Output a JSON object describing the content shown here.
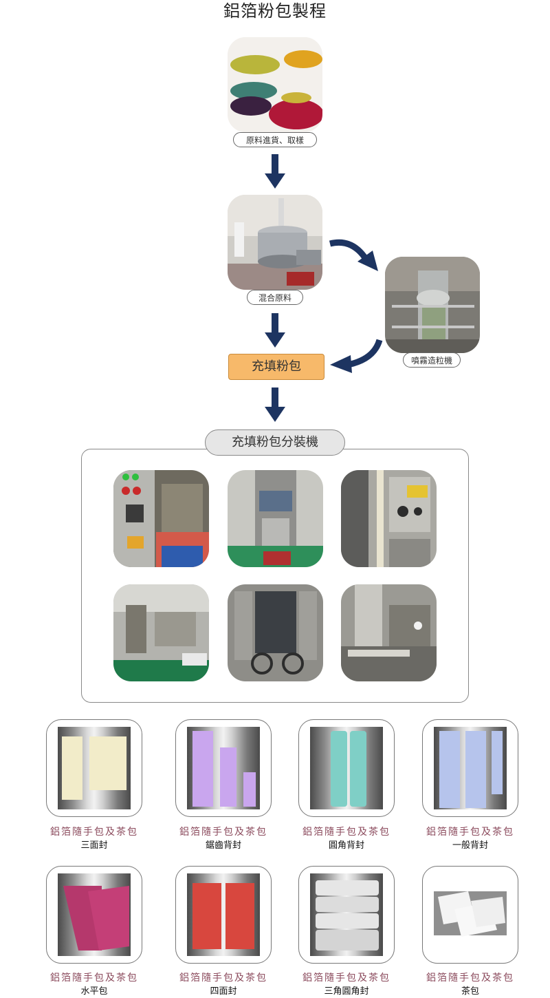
{
  "title": "鋁箔粉包製程",
  "steps": {
    "raw_material": "原料進貨、取樣",
    "mixing": "混合原料",
    "spray": "噴霧造粒機",
    "filling": "充填粉包"
  },
  "machine_section": {
    "label": "充填粉包分裝機"
  },
  "pouches": [
    {
      "caption": "鋁箔隨手包及茶包",
      "type": "三面封"
    },
    {
      "caption": "鋁箔隨手包及茶包",
      "type": "鋸齒背封"
    },
    {
      "caption": "鋁箔隨手包及茶包",
      "type": "圓角背封"
    },
    {
      "caption": "鋁箔隨手包及茶包",
      "type": "一般背封"
    },
    {
      "caption": "鋁箔隨手包及茶包",
      "type": "水平包"
    },
    {
      "caption": "鋁箔隨手包及茶包",
      "type": "四面封"
    },
    {
      "caption": "鋁箔隨手包及茶包",
      "type": "三角圓角封"
    },
    {
      "caption": "鋁箔隨手包及茶包",
      "type": "茶包"
    }
  ],
  "colors": {
    "arrow": "#1d3461",
    "filling_box": "#f7b96a",
    "caption": "#8b4a5c"
  }
}
